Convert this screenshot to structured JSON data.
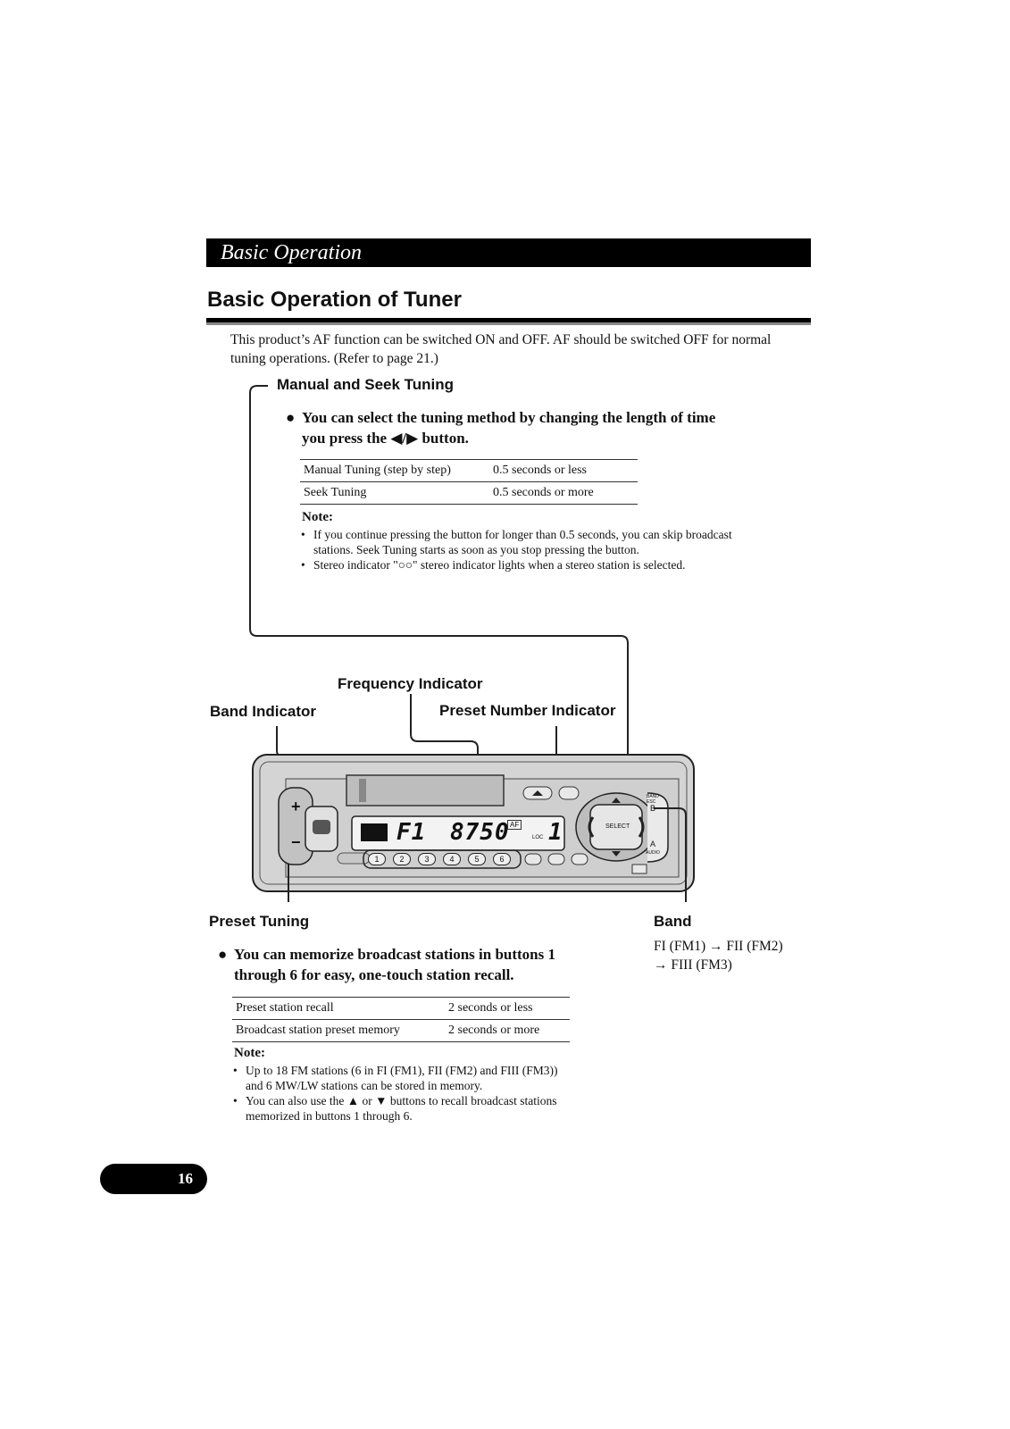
{
  "header": {
    "title": "Basic Operation"
  },
  "section": {
    "title": "Basic Operation of Tuner"
  },
  "intro": "This product’s AF function can be switched ON and OFF. AF should be switched OFF for normal tuning operations. (Refer to page 21.)",
  "manual_seek": {
    "heading": "Manual and Seek Tuning",
    "bullet": "You can select the tuning method by changing the length of time you press the ◀/▶ button.",
    "table": [
      [
        "Manual Tuning (step by step)",
        "0.5 seconds or less"
      ],
      [
        "Seek Tuning",
        "0.5 seconds or more"
      ]
    ],
    "note_title": "Note:",
    "notes": [
      "If you continue pressing the button for longer than 0.5 seconds, you can skip broadcast stations. Seek Tuning starts as soon as you stop pressing the button.",
      "Stereo indicator \"○○\" stereo indicator lights when a stereo station is selected."
    ]
  },
  "callouts": {
    "frequency": "Frequency Indicator",
    "band_indicator": "Band Indicator",
    "preset_number": "Preset Number Indicator",
    "preset_tuning": "Preset Tuning",
    "band": "Band"
  },
  "band_sequence": {
    "line1": "FI (FM1) → FII (FM2)",
    "line2": "→ FIII (FM3)"
  },
  "device": {
    "display_band": "F1",
    "display_freq": "8750",
    "display_preset": "1",
    "display_af": "AF",
    "display_loc": "LOC",
    "select_label": "SELECT",
    "band_esc_label": "BAND ESC",
    "audio_label": "AUDIO",
    "b_label": "B",
    "a_label": "A",
    "preset_buttons": [
      "1",
      "2",
      "3",
      "4",
      "5",
      "6"
    ],
    "volume_plus": "+",
    "volume_minus": "−"
  },
  "preset": {
    "bullet": "You can memorize broadcast stations in buttons 1 through 6 for easy, one-touch station recall.",
    "table": [
      [
        "Preset station recall",
        "2 seconds or less"
      ],
      [
        "Broadcast station preset memory",
        "2 seconds or more"
      ]
    ],
    "note_title": "Note:",
    "notes": [
      "Up to 18 FM stations (6 in FI (FM1), FII (FM2) and FIII (FM3)) and 6 MW/LW stations can be stored in memory.",
      "You can also use the ▲ or ▼ buttons to recall broadcast stations memorized in buttons 1 through 6."
    ]
  },
  "page_number": "16"
}
